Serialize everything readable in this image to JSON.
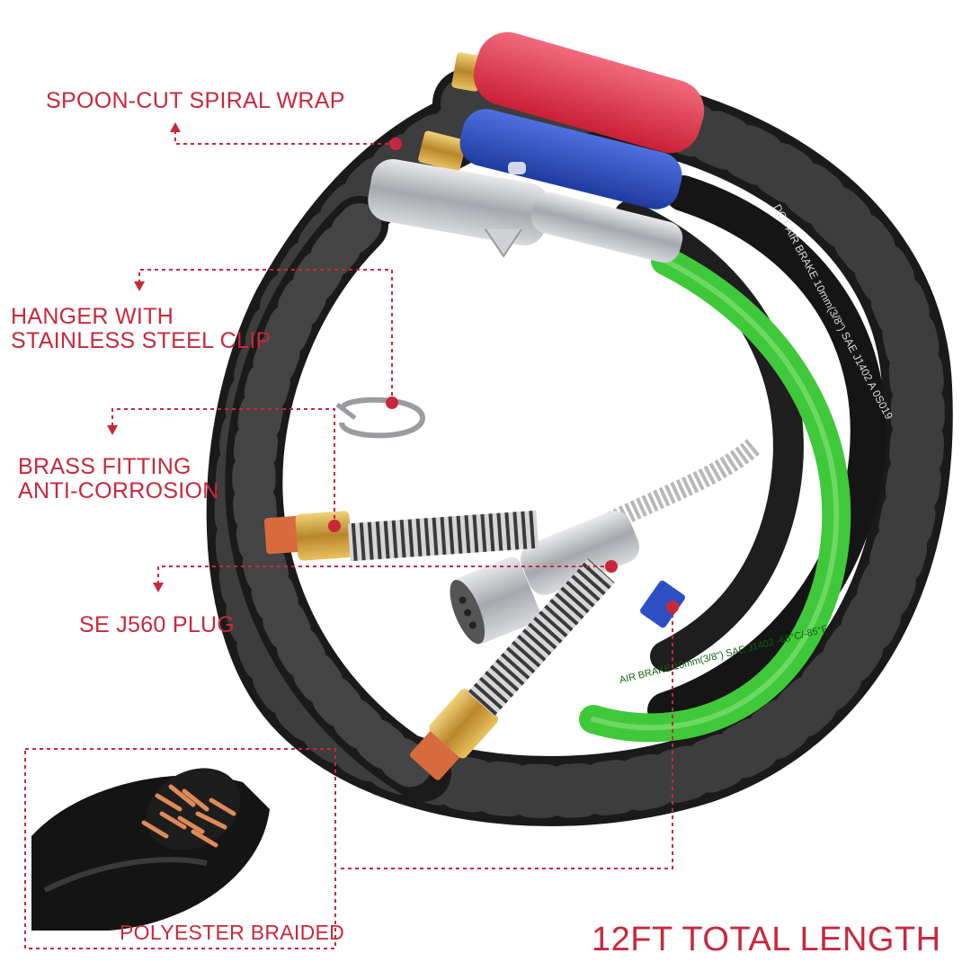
{
  "labels": {
    "spiral_wrap": "SPOON-CUT SPIRAL WRAP",
    "hanger_line1": "HANGER WITH",
    "hanger_line2": "STAINLESS STEEL CLIP",
    "brass_line1": "BRASS FITTING",
    "brass_line2": "ANTI-CORROSION",
    "plug": "SE J560 PLUG",
    "braided": "POLYESTER BRAIDED"
  },
  "headline": "12FT TOTAL LENGTH",
  "hose_print": {
    "black_hose": "DOT   AIR BRAKE  10mm(3/8\")  SAE J1402 A  0S019",
    "green_hose": "AIR BRAKE  10mm(3/8\")  SAE J1402  -65°C/-85°F"
  },
  "colors": {
    "accent": "#c8283c",
    "spiral_wrap": "#1b1b1b",
    "green_hose": "#3fc93a",
    "red_handle": "#e0354a",
    "blue_handle": "#2d4fc4",
    "brass": "#c99a3a",
    "chrome": "#b9bcc0"
  }
}
